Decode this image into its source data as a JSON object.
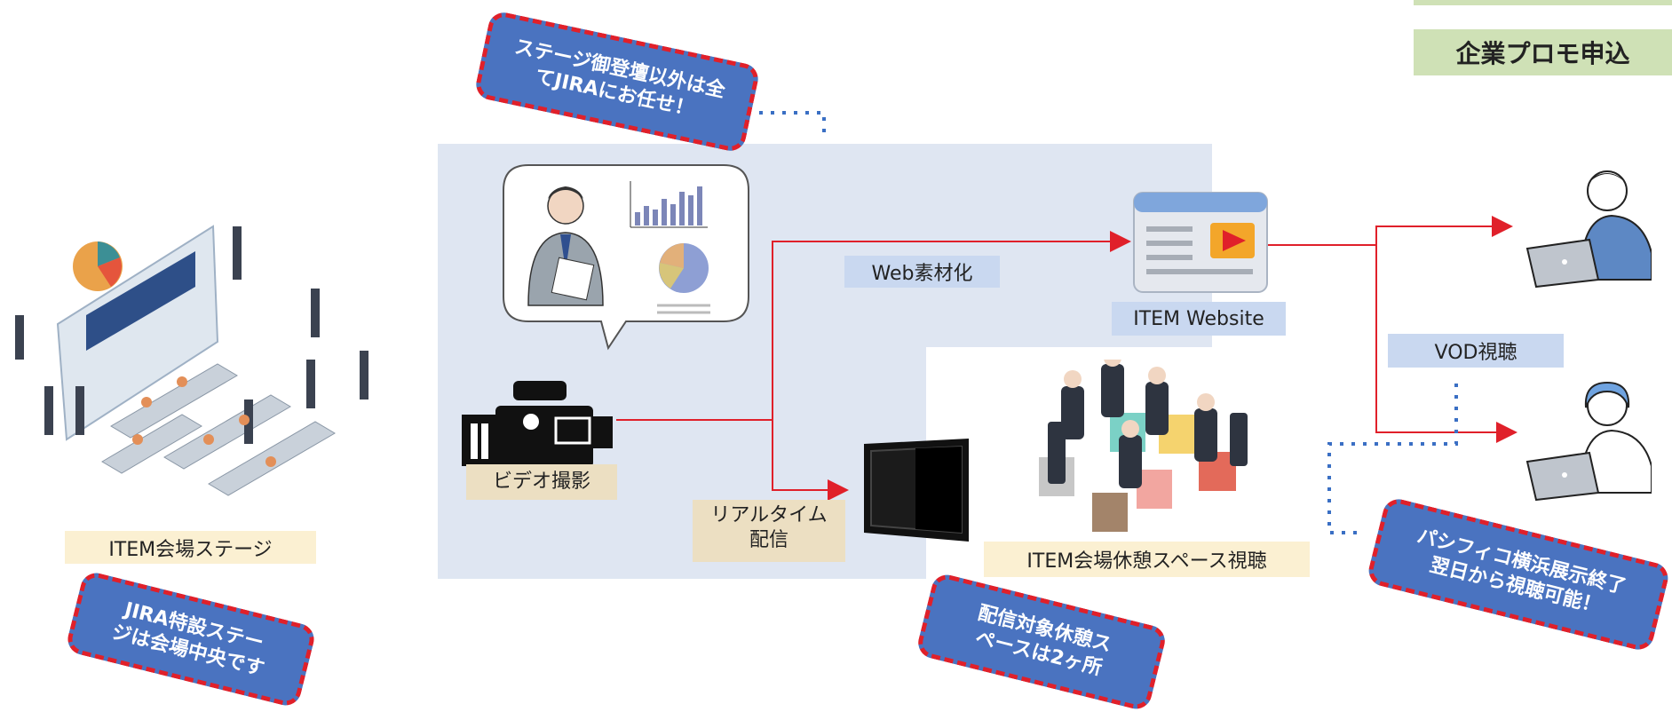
{
  "header": {
    "promo_button": "企業プロモ申込"
  },
  "callouts": {
    "top": "ステージ御登壇以外は全てJIRAにお任せ！",
    "left": "JIRA特設ステージは会場中央です",
    "middle": "配信対象休憩スペースは2ヶ所",
    "right": "パシフィコ横浜展示終了翌日から視聴可能！"
  },
  "labels": {
    "venue_stage": "ITEM会場ステージ",
    "video": "ビデオ撮影",
    "realtime_line1": "リアルタイム",
    "realtime_line2": "配信",
    "web_material": "Web素材化",
    "website": "ITEM Website",
    "vod": "VOD視聴",
    "rest_space": "ITEM会場休憩スペース視聴"
  },
  "colors": {
    "arrow": "#e0202a",
    "callout_fill": "#4a73c0",
    "dotted": "#3a6fc4"
  }
}
